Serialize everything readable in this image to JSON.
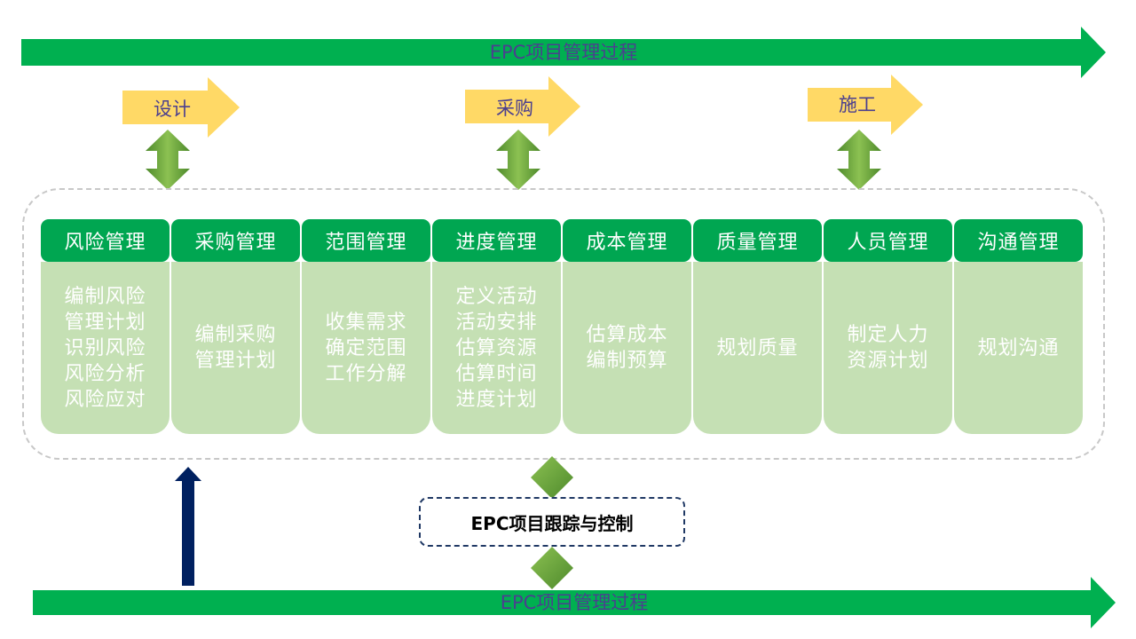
{
  "process": {
    "top_label": "EPC项目管理过程",
    "bottom_label": "EPC项目管理过程"
  },
  "phases": [
    {
      "label": "设计"
    },
    {
      "label": "采购"
    },
    {
      "label": "施工"
    }
  ],
  "areas": [
    {
      "title": "风险管理",
      "tasks": [
        "编制风险",
        "管理计划",
        "识别风险",
        "风险分析",
        "风险应对"
      ]
    },
    {
      "title": "采购管理",
      "tasks": [
        "编制采购",
        "管理计划"
      ]
    },
    {
      "title": "范围管理",
      "tasks": [
        "收集需求",
        "确定范围",
        "工作分解"
      ]
    },
    {
      "title": "进度管理",
      "tasks": [
        "定义活动",
        "活动安排",
        "估算资源",
        "估算时间",
        "进度计划"
      ]
    },
    {
      "title": "成本管理",
      "tasks": [
        "估算成本",
        "编制预算"
      ]
    },
    {
      "title": "质量管理",
      "tasks": [
        "规划质量"
      ]
    },
    {
      "title": "人员管理",
      "tasks": [
        "制定人力",
        "资源计划"
      ]
    },
    {
      "title": "沟通管理",
      "tasks": [
        "规划沟通"
      ]
    }
  ],
  "tracking": {
    "label": "EPC项目跟踪与控制"
  },
  "colors": {
    "process_green": "#00b050",
    "header_green": "#00a651",
    "body_green": "#c5e0b4",
    "phase_yellow": "#ffd966",
    "navy": "#002060",
    "text_purple": "#4b3f8f"
  }
}
